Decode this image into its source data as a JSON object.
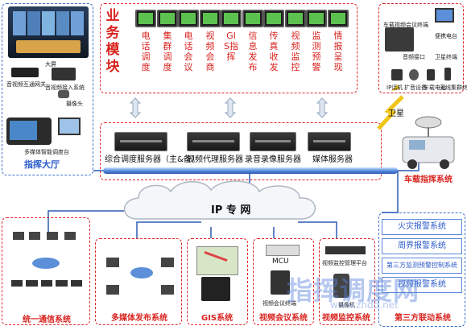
{
  "business": {
    "title": "业务模块",
    "modules": [
      "电话调度",
      "集群调度",
      "电话会议",
      "视频会商",
      "GIS指挥",
      "信息发布",
      "传真收发",
      "视频监控",
      "监测预警",
      "情报呈现"
    ]
  },
  "servers": [
    "综合调度服务器（主&备）",
    "视频代理服务器",
    "录音录像服务器",
    "媒体服务器"
  ],
  "network": {
    "label": "IP 专 网"
  },
  "command_hall": {
    "title": "指挥大厅",
    "labels": [
      "大屏",
      "音视频互通网关",
      "音视频接入系统",
      "摄像头",
      "多媒体智能调度台"
    ]
  },
  "vehicle": {
    "title": "车载指挥系统",
    "satellite": "卫星",
    "labels": [
      "车载视频会议终端",
      "便携电台",
      "音频接口",
      "卫星终端",
      "IP话机",
      "扩音设备",
      "车载电话",
      "无线集群终端"
    ]
  },
  "bottom_systems": [
    "统一通信系统",
    "多媒体发布系统",
    "GIS系统",
    "视频会议系统",
    "视频监控系统"
  ],
  "bottom_labels": {
    "mcu": "MCU",
    "vc_terminal": "视频会议终端",
    "monitor_platform": "视频监控管理平台",
    "camera": "摄像机"
  },
  "third_party": {
    "title": "第三方联动系统",
    "items": [
      "火灾报警系统",
      "周界报警系统",
      "第三方监测预警控制系统",
      "视频报警系统"
    ]
  },
  "watermark": {
    "text": "指挥调度网",
    "url": "www.zhdd.net"
  }
}
